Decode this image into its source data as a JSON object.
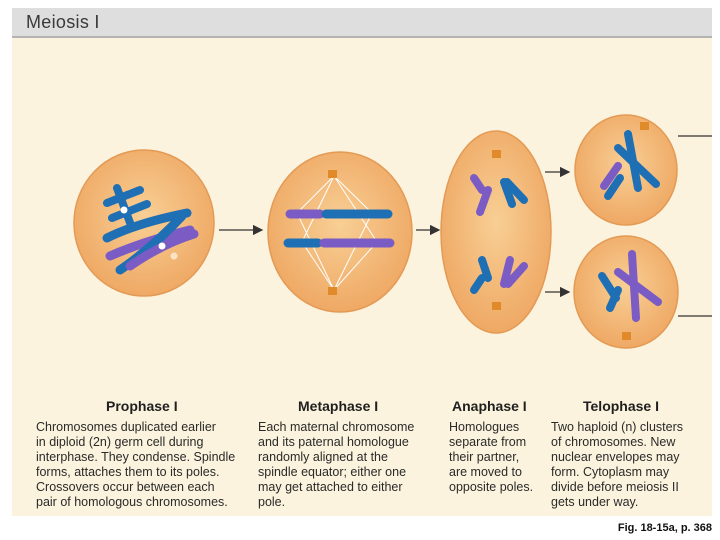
{
  "title": "Meiosis I",
  "colors": {
    "cell_fill": "#f2b875",
    "maternal_chromosome": "#1f6fb5",
    "paternal_chromosome": "#7a5cc4",
    "centrosome": "#e08a2a",
    "spindle": "#ffffff",
    "arrow": "#333333"
  },
  "phases": [
    {
      "name": "Prophase I",
      "description": [
        "Chromosomes duplicated earlier",
        "in diploid (2n) germ cell during",
        "interphase. They condense. Spindle",
        "forms, attaches them to its poles.",
        "Crossovers occur between each",
        "pair of homologous chromosomes."
      ]
    },
    {
      "name": "Metaphase I",
      "description": [
        "Each maternal chromosome",
        "and its paternal homologue",
        "randomly aligned at the",
        "spindle equator; either one",
        "may get attached to either",
        "pole."
      ]
    },
    {
      "name": "Anaphase I",
      "description": [
        "Homologues",
        "separate from",
        "their partner,",
        "are moved to",
        "opposite poles."
      ]
    },
    {
      "name": "Telophase I",
      "description": [
        "Two haploid (n) clusters",
        "of chromosomes. New",
        "nuclear envelopes may",
        "form. Cytoplasm may",
        "divide before meiosis II",
        "gets under way."
      ]
    }
  ],
  "caption": "Fig. 18-15a, p. 368"
}
